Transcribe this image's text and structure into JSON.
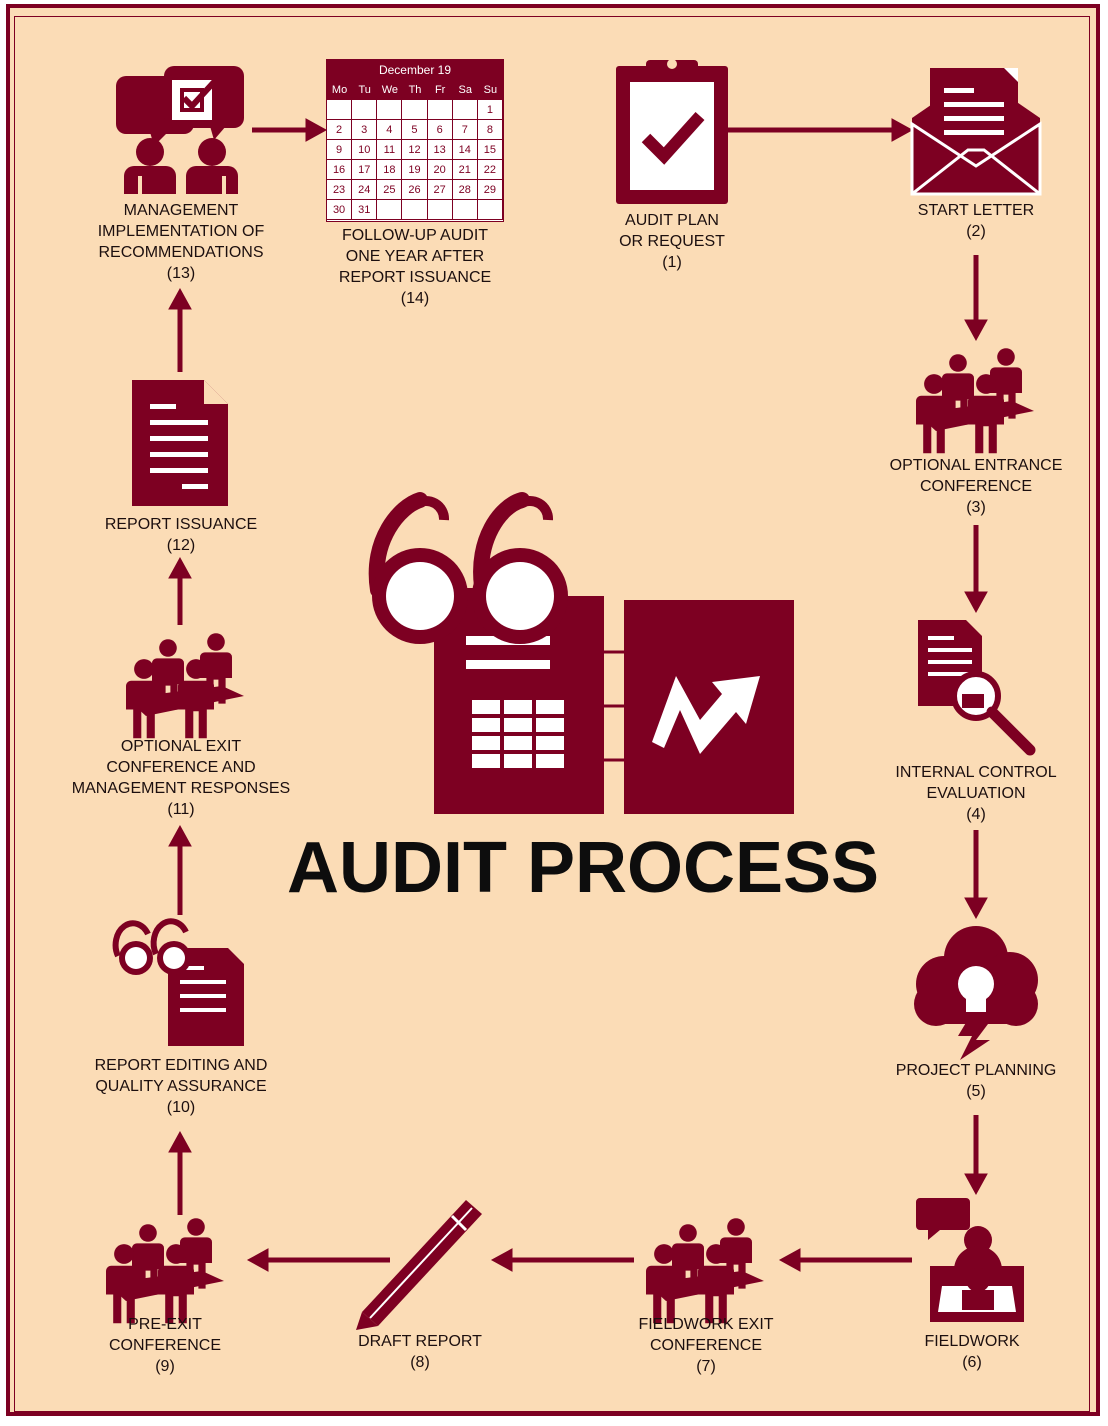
{
  "title": "AUDIT PROCESS",
  "colors": {
    "accent": "#7d0022",
    "background": "#fbdcb6",
    "text": "#1c0f0f"
  },
  "calendar": {
    "month": "December 19",
    "days": [
      "Mo",
      "Tu",
      "We",
      "Th",
      "Fr",
      "Sa",
      "Su"
    ],
    "cells": [
      "",
      "",
      "",
      "",
      "",
      "",
      "1",
      "2",
      "3",
      "4",
      "5",
      "6",
      "7",
      "8",
      "9",
      "10",
      "11",
      "12",
      "13",
      "14",
      "15",
      "16",
      "17",
      "18",
      "19",
      "20",
      "21",
      "22",
      "23",
      "24",
      "25",
      "26",
      "27",
      "28",
      "29",
      "30",
      "31",
      "",
      "",
      "",
      "",
      ""
    ]
  },
  "steps": [
    {
      "id": "1",
      "lines": [
        "AUDIT PLAN",
        "OR REQUEST",
        "(1)"
      ],
      "icon": "clipboard-check-icon"
    },
    {
      "id": "2",
      "lines": [
        "START LETTER",
        "(2)"
      ],
      "icon": "envelope-letter-icon"
    },
    {
      "id": "3",
      "lines": [
        "OPTIONAL ENTRANCE",
        "CONFERENCE",
        "(3)"
      ],
      "icon": "meeting-group-icon"
    },
    {
      "id": "4",
      "lines": [
        "INTERNAL CONTROL",
        "EVALUATION",
        "(4)"
      ],
      "icon": "document-magnifier-icon"
    },
    {
      "id": "5",
      "lines": [
        "PROJECT PLANNING",
        "(5)"
      ],
      "icon": "cloud-lightbulb-icon"
    },
    {
      "id": "6",
      "lines": [
        "FIELDWORK",
        "(6)"
      ],
      "icon": "person-desk-icon"
    },
    {
      "id": "7",
      "lines": [
        "FIELDWORK EXIT",
        "CONFERENCE",
        "(7)"
      ],
      "icon": "meeting-group-icon"
    },
    {
      "id": "8",
      "lines": [
        "DRAFT REPORT",
        "(8)"
      ],
      "icon": "pencil-icon"
    },
    {
      "id": "9",
      "lines": [
        "PRE-EXIT",
        "CONFERENCE",
        "(9)"
      ],
      "icon": "meeting-group-icon"
    },
    {
      "id": "10",
      "lines": [
        "REPORT EDITING AND",
        "QUALITY ASSURANCE",
        "(10)"
      ],
      "icon": "glasses-document-icon"
    },
    {
      "id": "11",
      "lines": [
        "OPTIONAL EXIT",
        "CONFERENCE AND",
        "MANAGEMENT RESPONSES",
        "(11)"
      ],
      "icon": "meeting-group-icon"
    },
    {
      "id": "12",
      "lines": [
        "REPORT ISSUANCE",
        "(12)"
      ],
      "icon": "document-icon"
    },
    {
      "id": "13",
      "lines": [
        "MANAGEMENT",
        "IMPLEMENTATION OF",
        "RECOMMENDATIONS",
        "(13)"
      ],
      "icon": "people-chat-check-icon"
    },
    {
      "id": "14",
      "lines": [
        "FOLLOW-UP AUDIT",
        "ONE YEAR AFTER",
        "REPORT ISSUANCE",
        "(14)"
      ],
      "icon": "calendar-icon"
    }
  ]
}
